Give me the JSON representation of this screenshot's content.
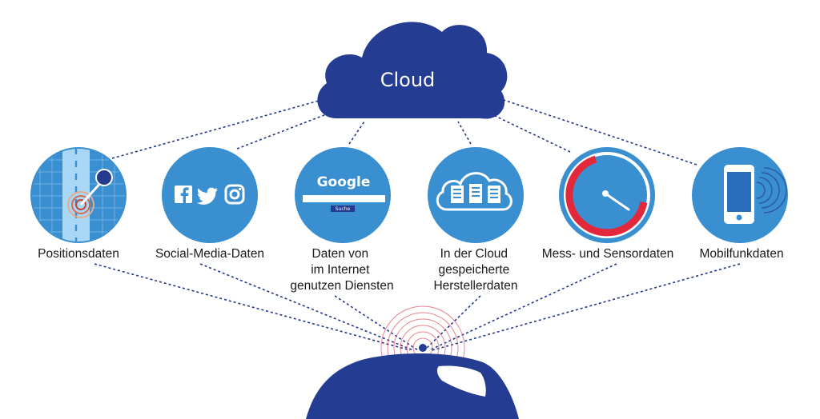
{
  "cloud": {
    "label": "Cloud",
    "color": "#243c92"
  },
  "nodes": [
    {
      "id": "positions",
      "label": [
        "Positionsdaten"
      ],
      "icon": "map-position-icon"
    },
    {
      "id": "social",
      "label": [
        "Social-Media-Daten"
      ],
      "icon": "social-media-icon"
    },
    {
      "id": "internet",
      "label": [
        "Daten von",
        "im Internet",
        "genutzen Diensten"
      ],
      "icon": "google-search-icon"
    },
    {
      "id": "manufacturer",
      "label": [
        "In der Cloud",
        "gespeicherte",
        "Herstellerdaten"
      ],
      "icon": "cloud-documents-icon"
    },
    {
      "id": "sensors",
      "label": [
        "Mess- und Sensordaten"
      ],
      "icon": "gauge-icon"
    },
    {
      "id": "mobile",
      "label": [
        "Mobilfunkdaten"
      ],
      "icon": "smartphone-icon"
    }
  ],
  "google_icon": {
    "brand": "Google",
    "button": "Suche"
  },
  "car": {
    "icon": "connected-car-icon",
    "color": "#243c92",
    "signal_color": "#e05a6e"
  },
  "colors": {
    "circle": "#3a8fd0",
    "dashed_lines": "#24348c",
    "gauge_red": "#e2283a"
  }
}
